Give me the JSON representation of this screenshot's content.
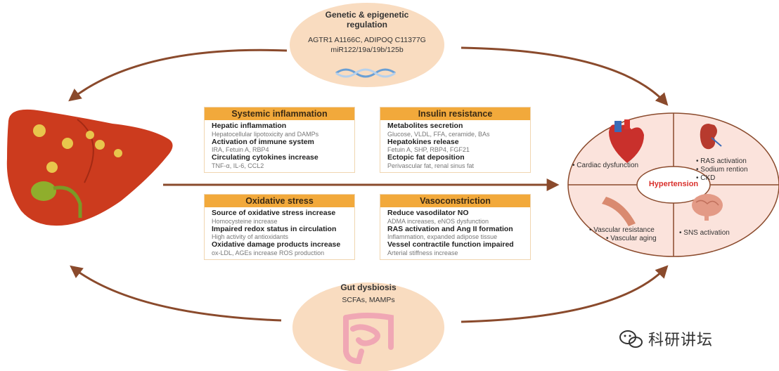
{
  "colors": {
    "arrow": "#8a4a2c",
    "oval": "#f9dcc0",
    "card_header": "#f2a93b",
    "hypertension_bg": "#fbe3dc",
    "hypertension_text": "#d9302c"
  },
  "genetic": {
    "title": "Genetic & epigenetic regulation",
    "lines": [
      "AGTR1 A1166C, ADIPOQ C11377G",
      "miR122/19a/19b/125b"
    ]
  },
  "gut": {
    "title": "Gut dysbiosis",
    "lines": [
      "SCFAs, MAMPs"
    ]
  },
  "cards": {
    "systemic": {
      "title": "Systemic inflammation",
      "rows": [
        {
          "bold": "Hepatic inflammation",
          "sub": "Hepatocellular lipotoxicity and DAMPs"
        },
        {
          "bold": "Activation of immune system",
          "sub": "IRA, Fetuin A, RBP4"
        },
        {
          "bold": "Circulating cytokines increase",
          "sub": "TNF-α, IL-6, CCL2"
        }
      ]
    },
    "insulin": {
      "title": "Insulin resistance",
      "rows": [
        {
          "bold": "Metabolites secretion",
          "sub": "Glucose, VLDL, FFA, ceramide, BAs"
        },
        {
          "bold": "Hepatokines release",
          "sub": "Fetuin A, SHP, RBP4, FGF21"
        },
        {
          "bold": "Ectopic fat deposition",
          "sub": "Perivascular fat, renal sinus fat"
        }
      ]
    },
    "oxidative": {
      "title": "Oxidative stress",
      "rows": [
        {
          "bold": "Source of oxidative stress increase",
          "sub": "Homocysteine increase"
        },
        {
          "bold": "Impaired redox status in circulation",
          "sub": "High activity of antioxidants"
        },
        {
          "bold": "Oxidative damage products increase",
          "sub": "ox-LDL, AGEs increase ROS production"
        }
      ]
    },
    "vaso": {
      "title": "Vasoconstriction",
      "rows": [
        {
          "bold": "Reduce vasodilator NO",
          "sub": "ADMA increases, eNOS dysfunction"
        },
        {
          "bold": "RAS activation and Ang II formation",
          "sub": "Inflammation, expanded adipose tissue"
        },
        {
          "bold": "Vessel contractile function impaired",
          "sub": "Arterial stiffness increase"
        }
      ]
    }
  },
  "hypertension": {
    "center": "Hypertension",
    "cardiac": "• Cardiac dysfunction",
    "renal": [
      "• RAS activation",
      "• Sodium rention",
      "• CKD"
    ],
    "vascular": [
      "• Vascular resistance",
      "• Vascular aging"
    ],
    "sns": "• SNS activation"
  },
  "watermark": "科研讲坛"
}
